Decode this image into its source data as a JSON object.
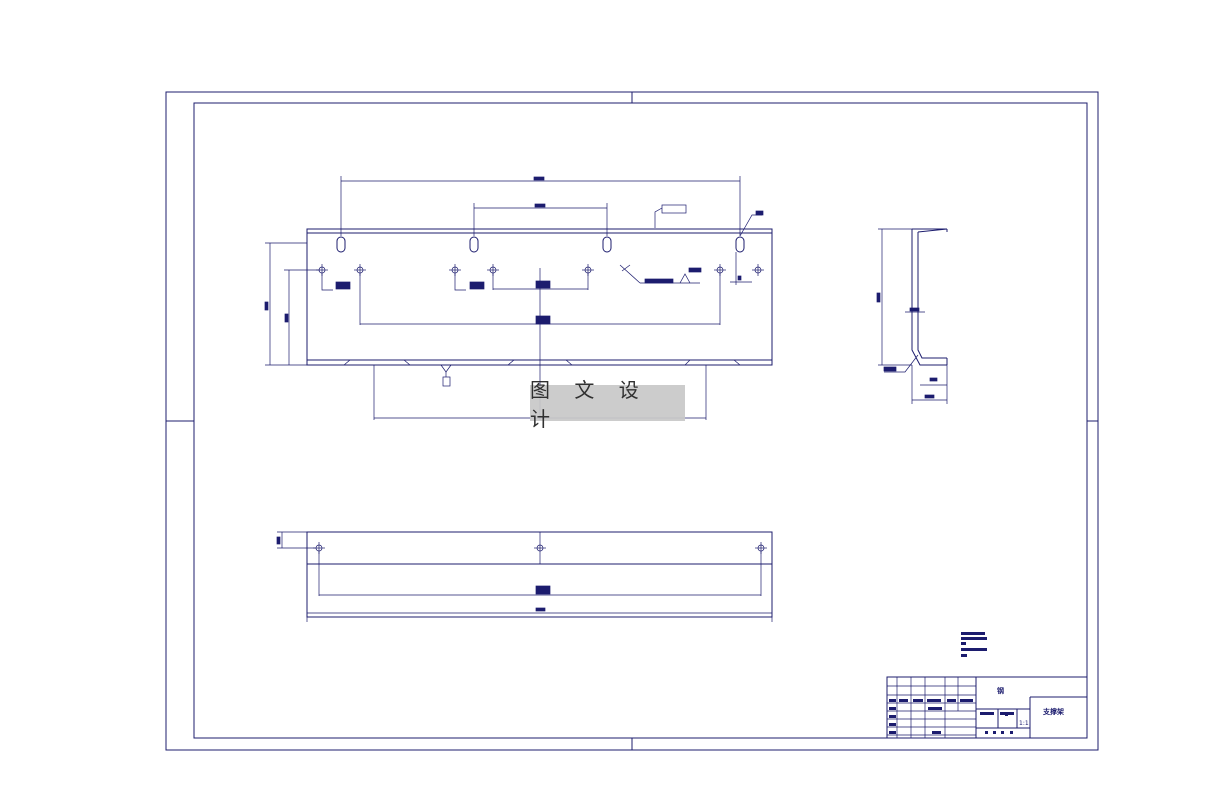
{
  "title_block": {
    "part_name": "支撑架",
    "material": "钢",
    "scale": "1:1"
  },
  "watermark": {
    "text": "图 文 设 计"
  },
  "colors": {
    "line": "#1c1c6e",
    "watermark_bg": "#c8c8c8"
  }
}
